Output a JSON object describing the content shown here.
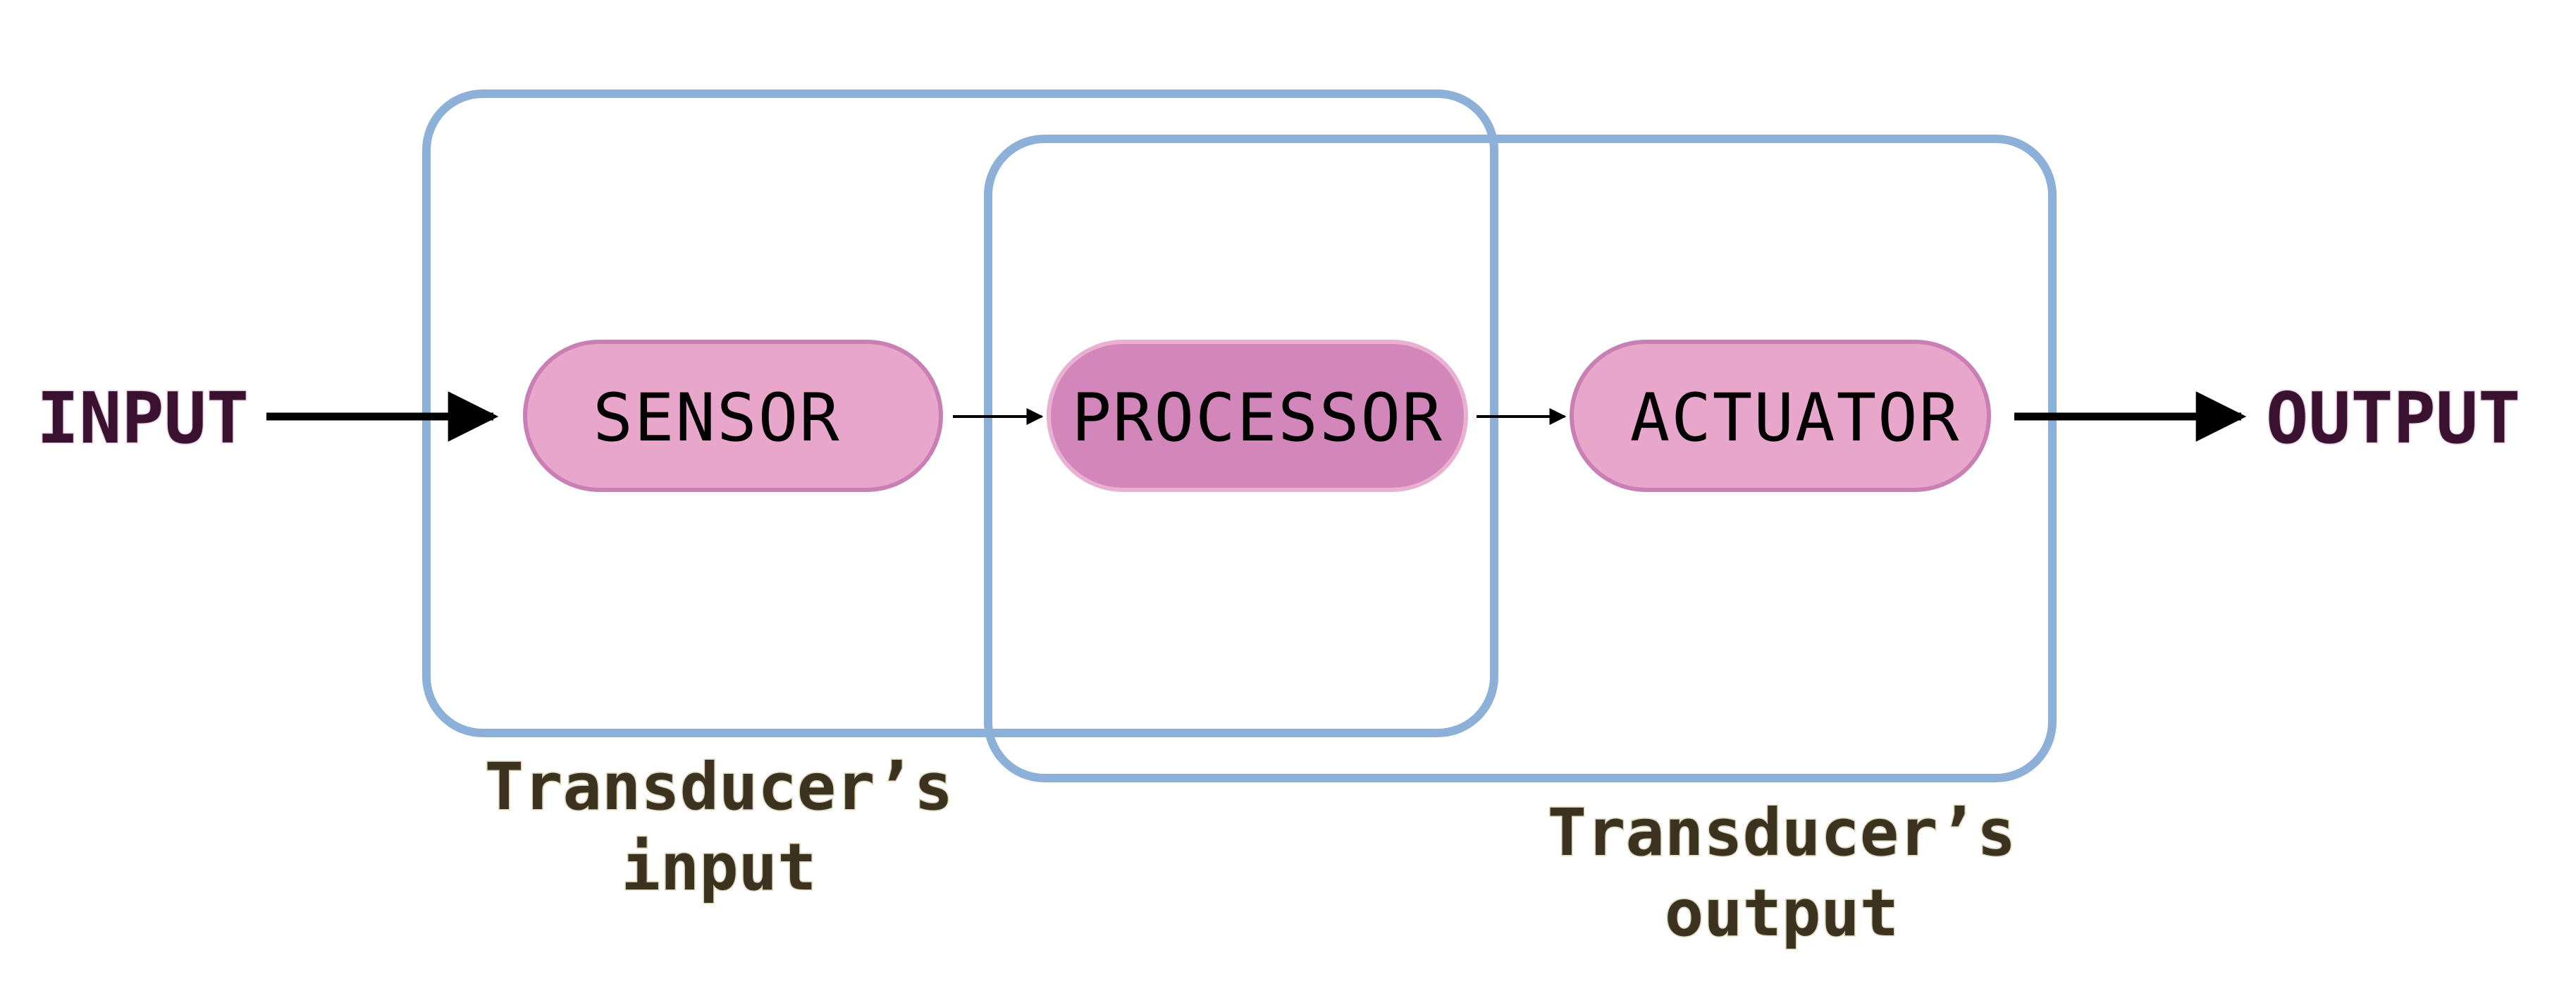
{
  "colors": {
    "frame": "#8db0d9",
    "pill_fill": "#e8a6cb",
    "pill_stroke": "#c97fb4",
    "processor_fill": "#d286b9",
    "processor_stroke": "#eab0d2",
    "arrow": "#000000",
    "io_text_fill": "#3a1230",
    "io_text_stroke": "#e9d2e4",
    "caption_fill": "#3b3220",
    "caption_stroke": "#dcd4b8"
  },
  "input_label": "INPUT",
  "output_label": "OUTPUT",
  "stages": {
    "sensor": "SENSOR",
    "processor": "PROCESSOR",
    "actuator": "ACTUATOR"
  },
  "groups": {
    "input": {
      "line1": "Transducer’s",
      "line2": "input"
    },
    "output": {
      "line1": "Transducer’s",
      "line2": "output"
    }
  }
}
